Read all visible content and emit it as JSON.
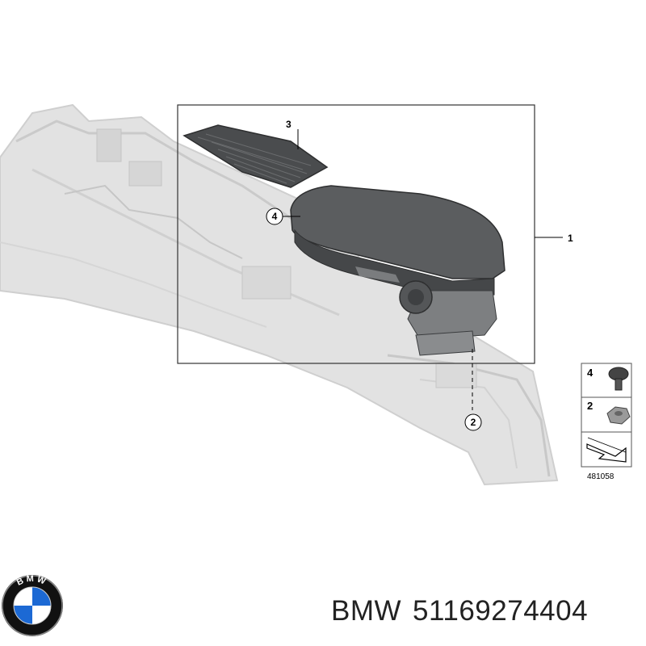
{
  "callouts": {
    "part1": "1",
    "part2": "2",
    "part3": "3",
    "part4": "4"
  },
  "legend": {
    "item_a_number": "4",
    "item_b_number": "2",
    "reference": "481058"
  },
  "caption": {
    "brand": "BMW",
    "part_number": "51169274404"
  },
  "logo": {
    "lettering": "BMW"
  },
  "colors": {
    "console": "#e0e0e0",
    "console_edge": "#c8c8c8",
    "armrest": "#5b5d5f",
    "armrest_dark": "#3e4042",
    "mat": "#4a4c4e",
    "logo_blue": "#1c69d4",
    "logo_ring": "#111111"
  }
}
